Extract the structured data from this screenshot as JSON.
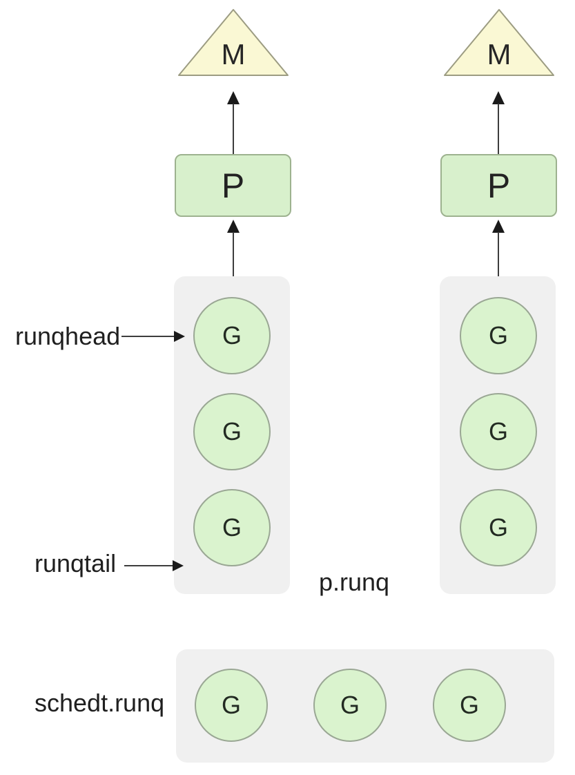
{
  "diagram": {
    "title_implicit": "Go scheduler run queues",
    "colors": {
      "background": "#ffffff",
      "queue_panel": "#f0f0f0",
      "goroutine_fill": "#daf3ce",
      "goroutine_border": "#9aa794",
      "processor_fill": "#d8f0cc",
      "processor_border": "#9db28f",
      "machine_fill": "#faf8d4",
      "machine_border": "#9c9c82",
      "arrow": "#1a1a1a",
      "text": "#1f1f1f"
    },
    "columns": [
      {
        "machine_label": "M",
        "processor_label": "P",
        "goroutines": [
          "G",
          "G",
          "G"
        ]
      },
      {
        "machine_label": "M",
        "processor_label": "P",
        "goroutines": [
          "G",
          "G",
          "G"
        ]
      }
    ],
    "labels": {
      "runqhead": "runqhead",
      "runqtail": "runqtail",
      "p_runq": "p.runq",
      "schedt_runq": "schedt.runq"
    },
    "global_queue": {
      "goroutines": [
        "G",
        "G",
        "G"
      ]
    }
  }
}
